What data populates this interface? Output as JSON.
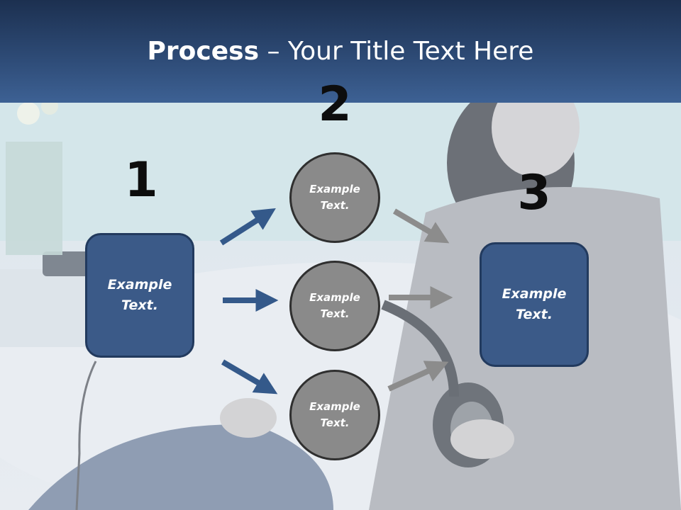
{
  "slide": {
    "title_bold": "Process",
    "title_rest": " – Your Title Text Here"
  },
  "steps": [
    {
      "number": "1",
      "line1": "Example",
      "line2": "Text."
    },
    {
      "number": "2"
    },
    {
      "number": "3",
      "line1": "Example",
      "line2": "Text."
    }
  ],
  "circles": [
    {
      "line1": "Example",
      "line2": "Text."
    },
    {
      "line1": "Example",
      "line2": "Text."
    },
    {
      "line1": "Example",
      "line2": "Text."
    }
  ],
  "colors": {
    "header": "#2d4a75",
    "box_fill": "#3b5a88",
    "circle_fill": "#8a8a8a",
    "arrow_blue": "#34598a",
    "arrow_gray": "#8c8c8c"
  }
}
